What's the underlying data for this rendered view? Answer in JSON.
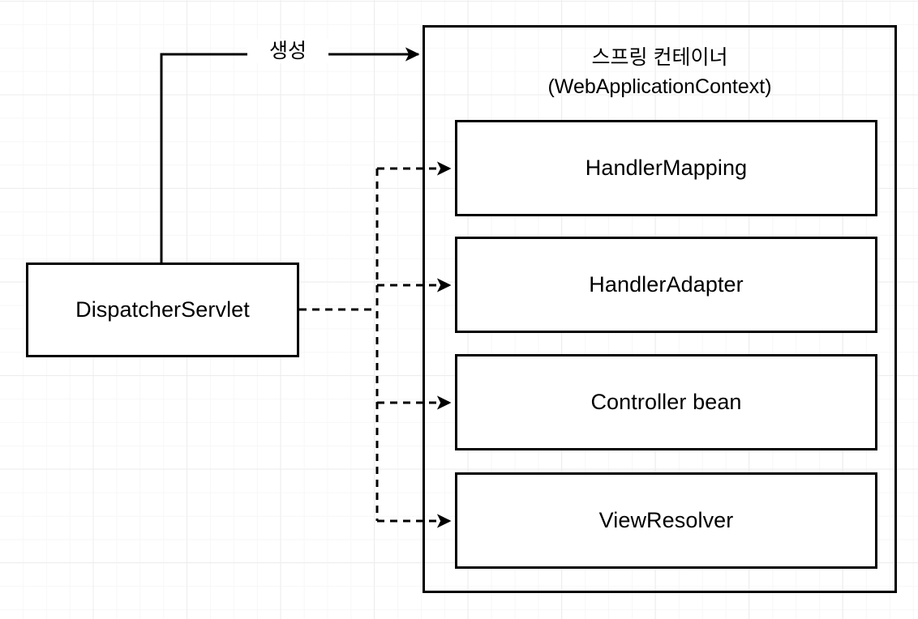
{
  "diagram": {
    "title": "Spring MVC DispatcherServlet and Spring Container",
    "background": "#ffffff",
    "line_color": "#000000",
    "grid_color": "#ededed"
  },
  "nodes": {
    "dispatcher_servlet": {
      "label": "DispatcherServlet"
    },
    "container": {
      "title_line1": "스프링 컨테이너",
      "title_line2": "(WebApplicationContext)"
    },
    "beans": [
      {
        "label": "HandlerMapping"
      },
      {
        "label": "HandlerAdapter"
      },
      {
        "label": "Controller bean"
      },
      {
        "label": "ViewResolver"
      }
    ]
  },
  "edges": {
    "create": {
      "label": "생성",
      "style": "solid",
      "from": "dispatcher-servlet",
      "to": "container"
    },
    "lookups": [
      {
        "style": "dashed",
        "from": "dispatcher-servlet",
        "to": "HandlerMapping"
      },
      {
        "style": "dashed",
        "from": "dispatcher-servlet",
        "to": "HandlerAdapter"
      },
      {
        "style": "dashed",
        "from": "dispatcher-servlet",
        "to": "Controller bean"
      },
      {
        "style": "dashed",
        "from": "dispatcher-servlet",
        "to": "ViewResolver"
      }
    ]
  }
}
